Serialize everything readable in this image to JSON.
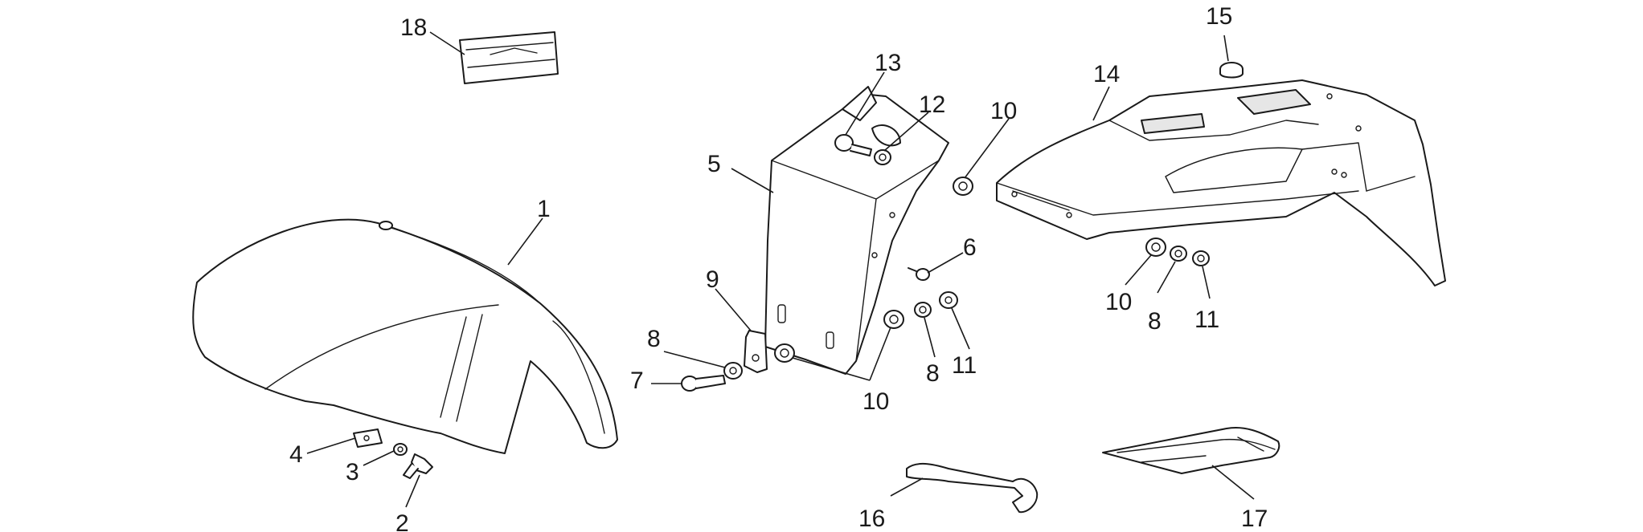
{
  "labels": {
    "c1": "1",
    "c2": "2",
    "c3": "3",
    "c4": "4",
    "c5": "5",
    "c6": "6",
    "c7": "7",
    "c8a": "8",
    "c8b": "8",
    "c8c": "8",
    "c9": "9",
    "c10a": "10",
    "c10b": "10",
    "c10c": "10",
    "c11a": "11",
    "c11b": "11",
    "c12": "12",
    "c13": "13",
    "c14": "14",
    "c15": "15",
    "c16": "16",
    "c17": "17",
    "c18": "18"
  }
}
